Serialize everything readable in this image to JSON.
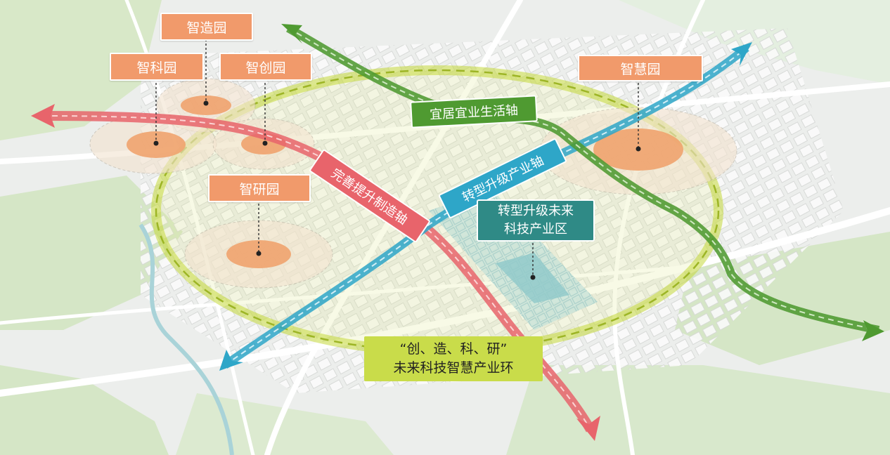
{
  "parks": {
    "zhizao": "智造园",
    "zhike": "智科园",
    "zhichuang": "智创园",
    "zhiyan": "智研园",
    "zhihui": "智慧园"
  },
  "axes": {
    "living": "宜居宜业生活轴",
    "transform": "转型升级产业轴",
    "manufacturing": "完善提升制造轴"
  },
  "zone": {
    "line1": "转型升级未来",
    "line2": "科技产业区"
  },
  "ring": {
    "line1": "“创、造、科、研”",
    "line2": "未来科技智慧产业环"
  },
  "colors": {
    "park_orange": "#f19a6b",
    "living_axis_green": "#4f9a31",
    "transform_axis_blue": "#2ea6c8",
    "manufacturing_axis_red": "#e8646b",
    "zone_teal": "#2f8a86",
    "ring_yellow_green": "#c9dc4a"
  }
}
